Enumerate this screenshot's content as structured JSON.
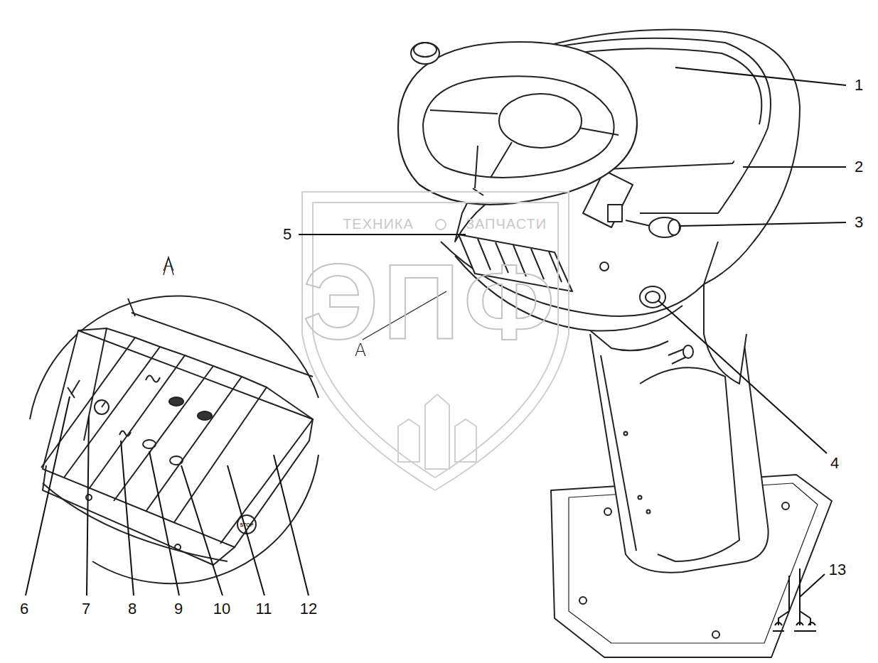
{
  "diagram": {
    "labels": [
      "1",
      "2",
      "3",
      "4",
      "5",
      "6",
      "7",
      "8",
      "9",
      "10",
      "11",
      "12",
      "13",
      "A",
      "A",
      "STOP",
      "ТЕХНИКА",
      "ЗАПЧАСТИ",
      "ЭПФ"
    ]
  }
}
